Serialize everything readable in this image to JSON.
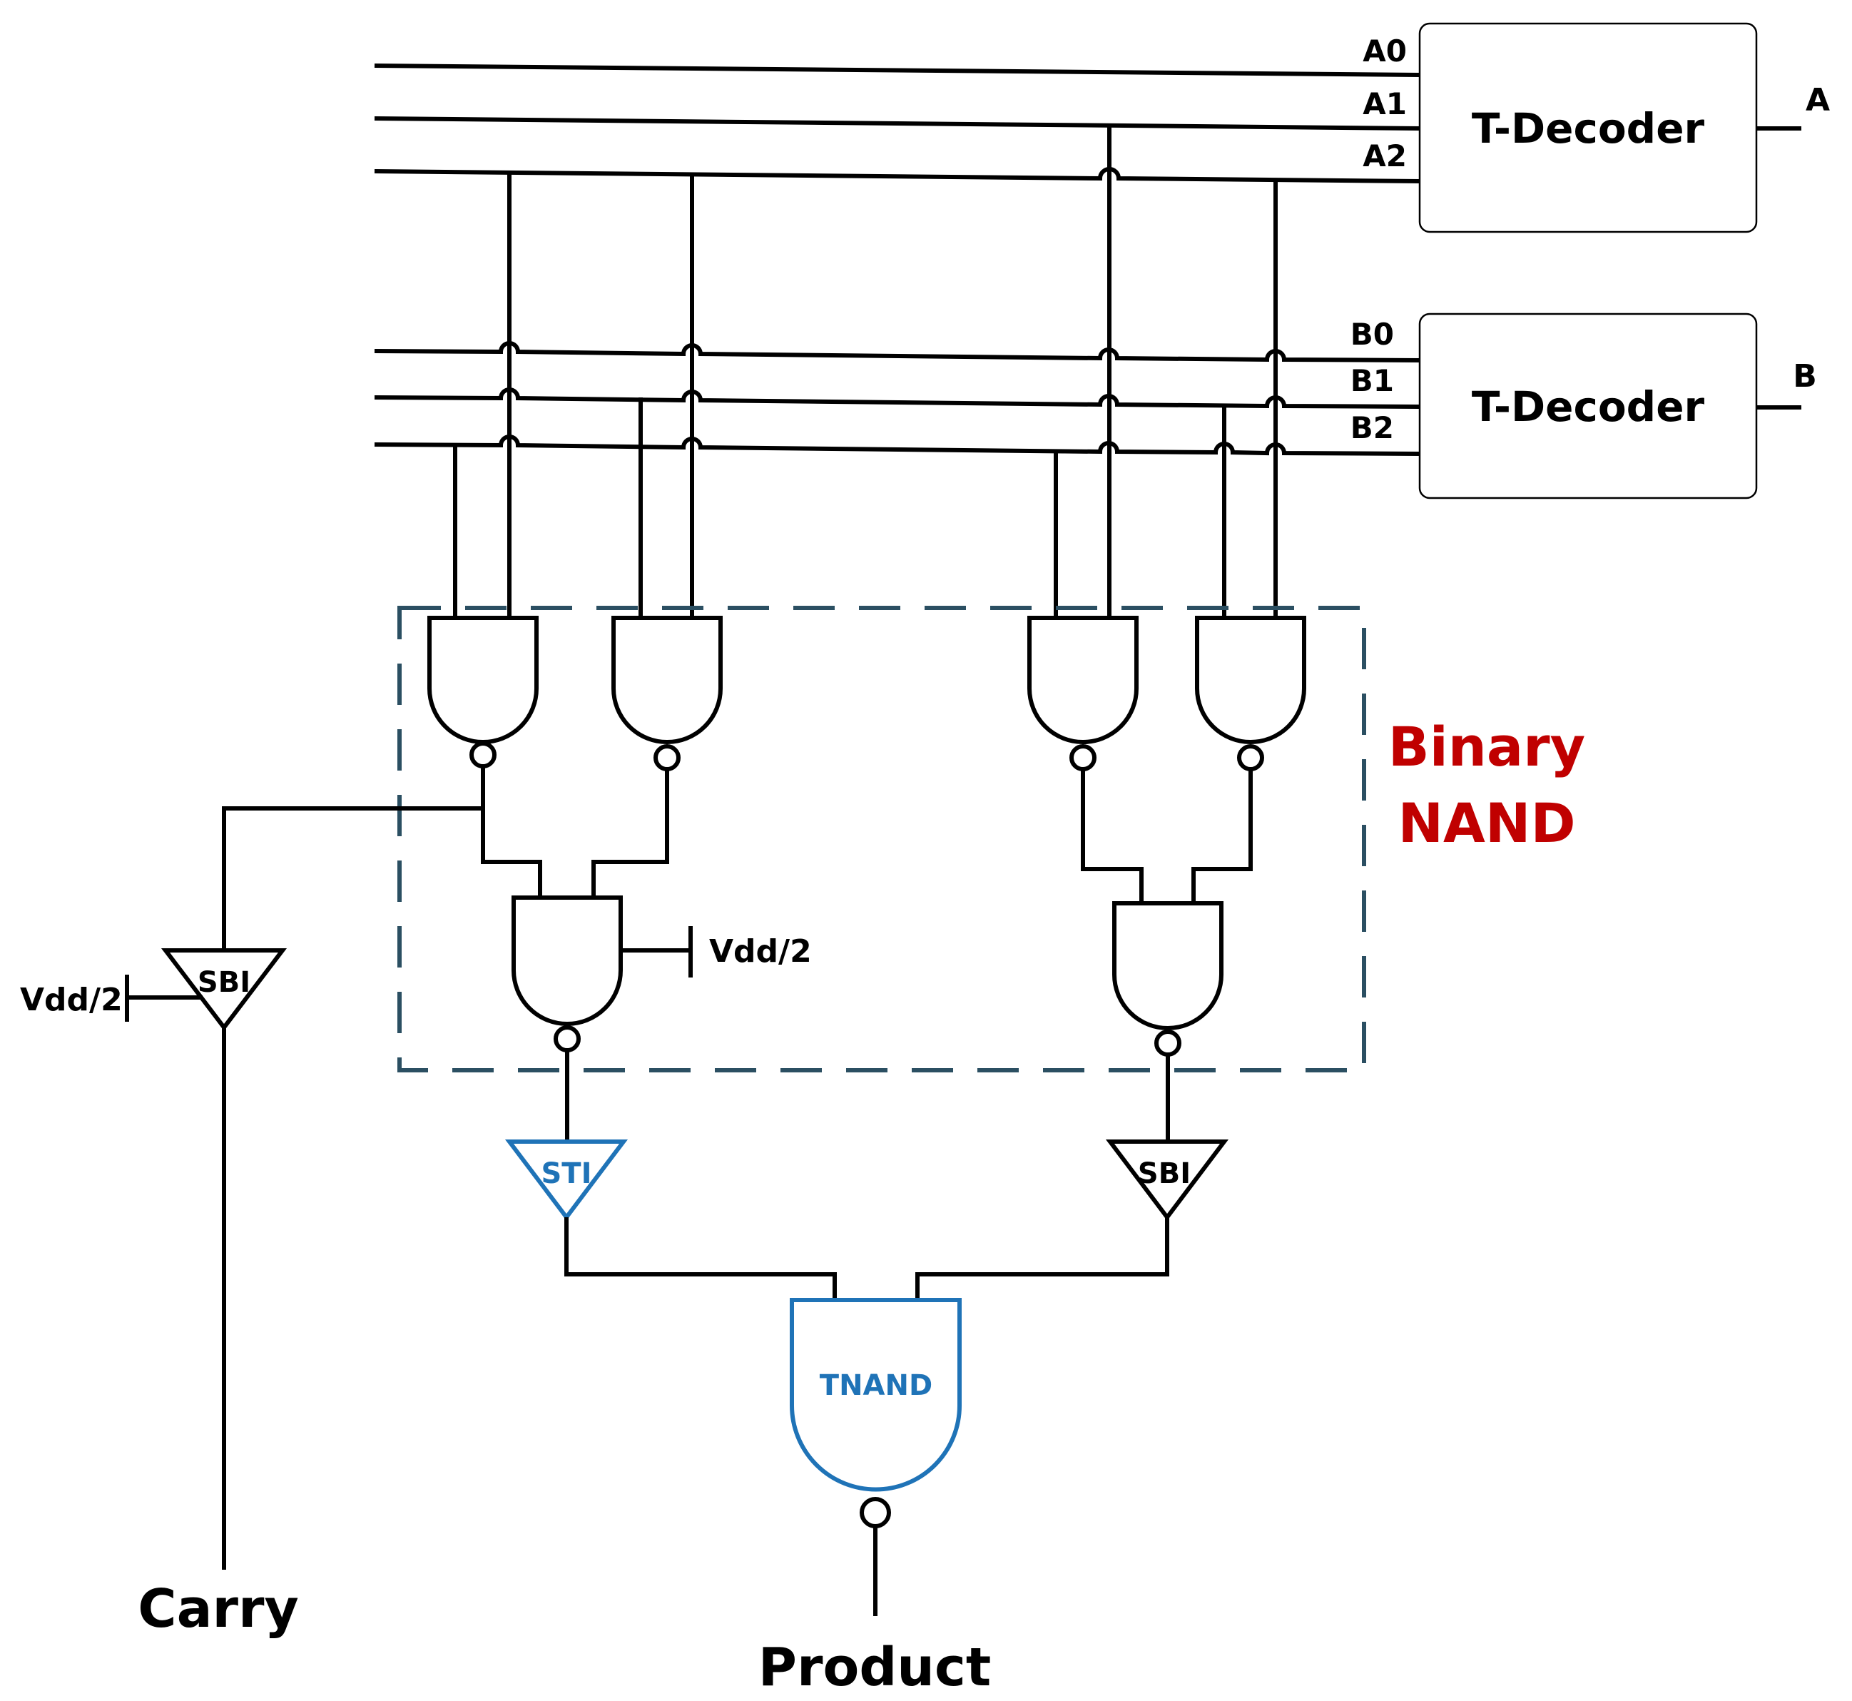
{
  "decoders": {
    "a": {
      "title": "T-Decoder",
      "output": "A",
      "lines": [
        "A0",
        "A1",
        "A2"
      ]
    },
    "b": {
      "title": "T-Decoder",
      "output": "B",
      "lines": [
        "B0",
        "B1",
        "B2"
      ]
    }
  },
  "binary_nand_label": {
    "line1": "Binary",
    "line2": "NAND"
  },
  "gates": {
    "sbi_carry": "SBI",
    "sti": "STI",
    "sbi_right": "SBI",
    "tnand": "TNAND"
  },
  "supply": {
    "left": "Vdd/2",
    "right": "Vdd/2"
  },
  "outputs": {
    "carry": "Carry",
    "product": "Product"
  },
  "colors": {
    "ternary_gate": "#1f73b7",
    "binary_label": "#c00000",
    "dashed_box": "#2b4f62"
  }
}
